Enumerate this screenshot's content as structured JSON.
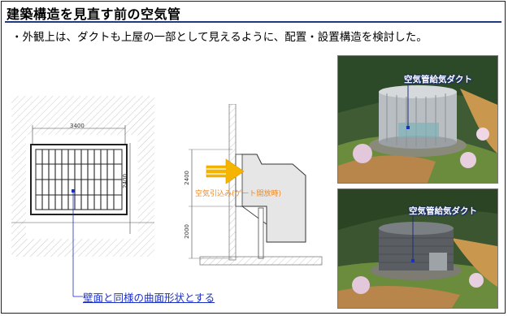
{
  "slide": {
    "title": "建築構造を見直す前の空気管",
    "bullet": "・外観上は、ダクトも上屋の一部として見えるように、配置・設置構造を検討した。"
  },
  "plan": {
    "dim_width": "3400",
    "dim_height": "2400"
  },
  "section": {
    "dim_upper": "2400",
    "dim_lower": "2000",
    "airflow_label": "空気引込み(ゲート開放時)"
  },
  "photos": [
    {
      "caption": "空気管給気ダクト"
    },
    {
      "caption": "空気管給気ダクト"
    }
  ],
  "callout": "壁面と同様の曲面形状とする",
  "colors": {
    "title_rule": "#1f3b7a",
    "callout": "#1a2fc4",
    "arrow": "#f5b400",
    "airflow_text": "#f08a24"
  }
}
